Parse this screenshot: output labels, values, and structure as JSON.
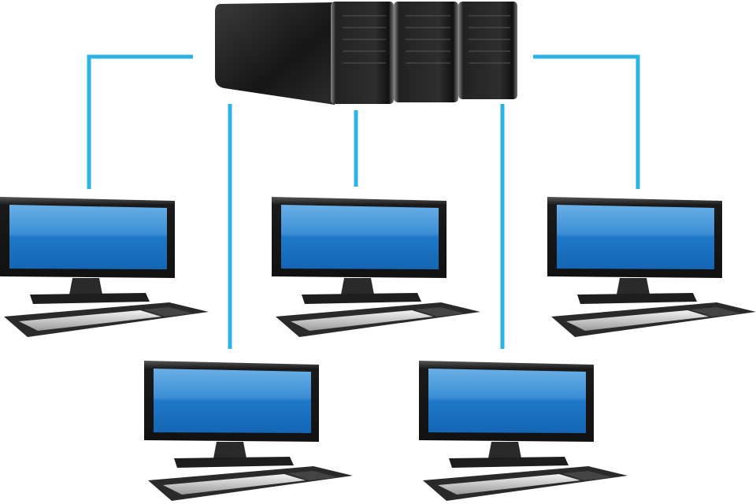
{
  "diagram": {
    "type": "client-server network",
    "server": {
      "label_visible": false,
      "tower_count": 3
    },
    "clients": [
      {
        "id": "computer-1"
      },
      {
        "id": "computer-2"
      },
      {
        "id": "computer-3"
      },
      {
        "id": "computer-4"
      },
      {
        "id": "computer-5"
      }
    ],
    "connections": [
      {
        "from": "server",
        "to": "computer-1"
      },
      {
        "from": "server",
        "to": "computer-4"
      },
      {
        "from": "server",
        "to": "computer-2"
      },
      {
        "from": "server",
        "to": "computer-5"
      },
      {
        "from": "server",
        "to": "computer-3"
      }
    ]
  },
  "colors": {
    "link": "#2bb3e6",
    "screen": "#1f78c8",
    "screen_highlight": "#5aa3e0",
    "bezel": "#1c1c1c",
    "server_body": "#2a2a2a"
  }
}
